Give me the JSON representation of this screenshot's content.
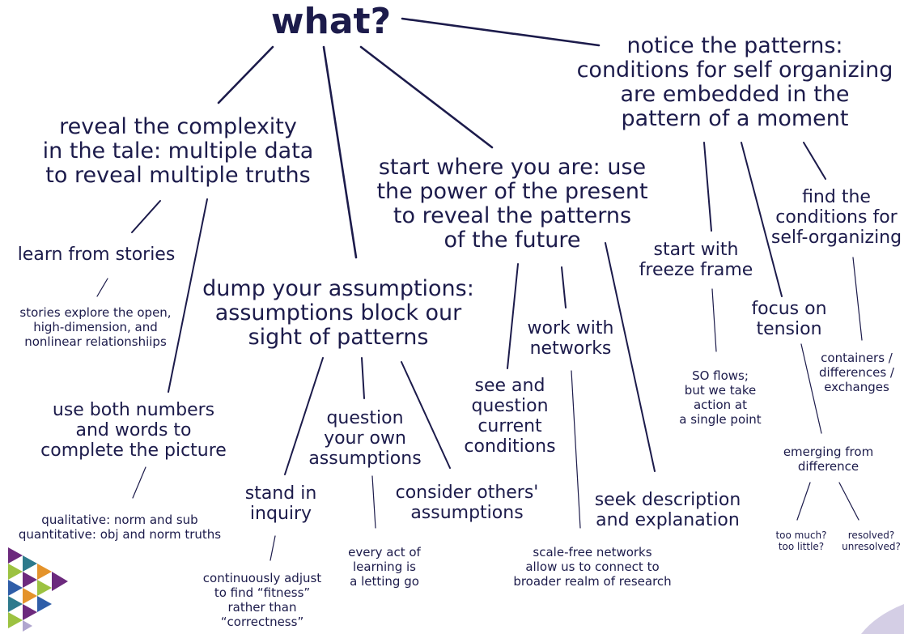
{
  "diagram": {
    "title": "what?",
    "nodes": {
      "notice": "notice the patterns:\nconditions for self organizing\nare embedded in the\npattern of a moment",
      "reveal": "reveal the complexity\nin the tale: multiple data\nto reveal multiple truths",
      "start_where": "start where you are: use\nthe power of the present\nto reveal the patterns\nof the future",
      "find_conditions": "find the\nconditions for\nself-organizing",
      "learn_stories": "learn from stories",
      "stories_explore": "stories explore the open,\nhigh-dimension, and\nnonlinear relationshiips",
      "dump": "dump your assumptions:\nassumptions block our\nsight of patterns",
      "start_freeze": "start with\nfreeze frame",
      "work_networks": "work with\nnetworks",
      "focus_tension": "focus on\ntension",
      "containers": "containers /\ndifferences /\nexchanges",
      "see_question": "see and\nquestion\ncurrent\nconditions",
      "so_flows": "SO flows;\nbut we take\naction at\na single point",
      "use_both": "use both numbers\nand words to\ncomplete the picture",
      "question_own": "question\nyour own\nassumptions",
      "emerging": "emerging from\ndifference",
      "stand_inquiry": "stand in\ninquiry",
      "consider_others": "consider others'\nassumptions",
      "seek_description": "seek description\nand explanation",
      "qualitative": "qualitative: norm and sub\nquantitative: obj and norm truths",
      "too_much": "too much?\ntoo little?",
      "resolved": "resolved?\nunresolved?",
      "every_act": "every act of\nlearning is\na letting go",
      "scale_free": "scale-free networks\nallow us to connect to\nbroader realm of research",
      "continuously": "continuously adjust\nto find “fitness”\nrather than\n“correctness”"
    }
  },
  "colors": {
    "text": "#1c1b4b",
    "line": "#1c1b4b",
    "logo": [
      "#6c2a7d",
      "#2e7a8c",
      "#9cc241",
      "#e4932b",
      "#2f5ea8",
      "#b0a6cf"
    ]
  }
}
